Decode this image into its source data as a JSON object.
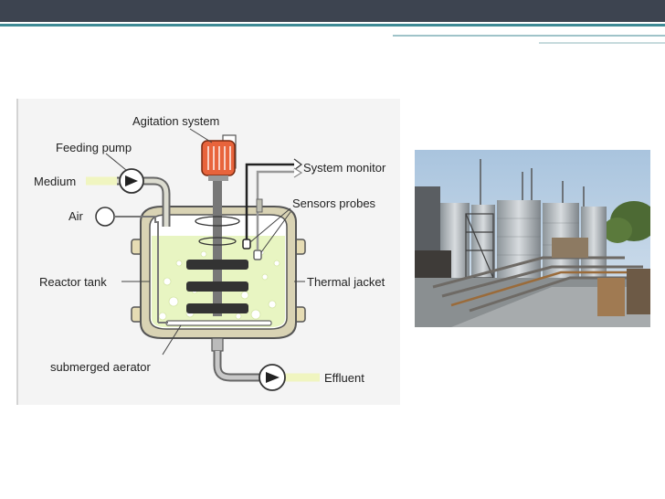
{
  "diagram": {
    "labels": {
      "agitation": "Agitation system",
      "feeding_pump": "Feeding pump",
      "medium": "Medium",
      "air": "Air",
      "system_monitor": "System monitor",
      "sensors": "Sensors probes",
      "reactor_tank": "Reactor tank",
      "thermal_jacket": "Thermal jacket",
      "aerator": "submerged aerator",
      "effluent": "Effluent"
    }
  },
  "colors": {
    "topbar": "#3d4450",
    "accent_stripe": "#3f8b96",
    "medium_liquid": "#e8f5c2",
    "motor": "#e8643c"
  }
}
